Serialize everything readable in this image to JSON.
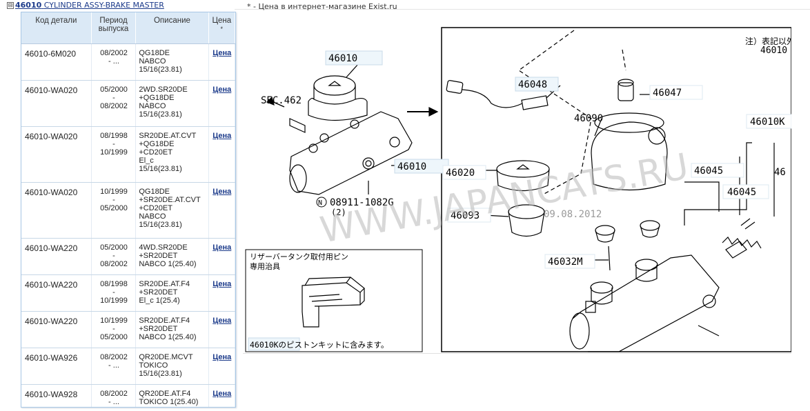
{
  "header": {
    "toggle_symbol": "⊟",
    "code": "46010",
    "name": "CYLINDER ASSY-BRAKE MASTER",
    "price_note": "* - Цена в интернет-магазине Exist.ru"
  },
  "table": {
    "columns": {
      "code": "Код детали",
      "period": "Период выпуска",
      "desc": "Описание",
      "price": "Цена",
      "price_mark": "*"
    },
    "rows": [
      {
        "code": "46010-6M020",
        "period": [
          "08/2002",
          "- ..."
        ],
        "desc": [
          "QG18DE",
          "NABCO",
          "15/16(23.81)"
        ],
        "price": "Цена"
      },
      {
        "code": "46010-WA020",
        "period": [
          "05/2000",
          "-",
          "08/2002"
        ],
        "desc": [
          "2WD.SR20DE",
          "+QG18DE",
          "NABCO",
          "15/16(23.81)"
        ],
        "price": "Цена"
      },
      {
        "code": "46010-WA020",
        "period": [
          "08/1998",
          "-",
          "10/1999"
        ],
        "desc": [
          "SR20DE.AT.CVT",
          "+QG18DE",
          "+CD20ET",
          "El_c",
          "15/16(23.81)"
        ],
        "price": "Цена"
      },
      {
        "code": "46010-WA020",
        "period": [
          "10/1999",
          "-",
          "05/2000"
        ],
        "desc": [
          "QG18DE",
          "+SR20DE.AT.CVT",
          "+CD20ET",
          "NABCO",
          "15/16(23.81)"
        ],
        "price": "Цена"
      },
      {
        "code": "46010-WA220",
        "period": [
          "05/2000",
          "-",
          "08/2002"
        ],
        "desc": [
          "4WD.SR20DE",
          "+SR20DET",
          "NABCO 1(25.40)"
        ],
        "price": "Цена"
      },
      {
        "code": "46010-WA220",
        "period": [
          "08/1998",
          "-",
          "10/1999"
        ],
        "desc": [
          "SR20DE.AT.F4",
          "+SR20DET",
          "El_c 1(25.4)"
        ],
        "price": "Цена"
      },
      {
        "code": "46010-WA220",
        "period": [
          "10/1999",
          "-",
          "05/2000"
        ],
        "desc": [
          "SR20DE.AT.F4",
          "+SR20DET",
          "NABCO 1(25.40)"
        ],
        "price": "Цена"
      },
      {
        "code": "46010-WA926",
        "period": [
          "08/2002",
          "- ..."
        ],
        "desc": [
          "QR20DE.MCVT",
          "TOKICO",
          "15/16(23.81)"
        ],
        "price": "Цена"
      },
      {
        "code": "46010-WA928",
        "period": [
          "08/2002",
          "- ..."
        ],
        "desc": [
          "QR20DE.AT.F4",
          "TOKICO 1(25.40)"
        ],
        "price": "Цена"
      }
    ]
  },
  "diagram": {
    "labels": {
      "l46010": "46010",
      "sec": "SEC.462",
      "l46010b": "46010",
      "n_part": "08911-1082G",
      "n_qty": "(2)",
      "l46048": "46048",
      "l46047": "46047",
      "l46090": "46090",
      "l46020": "46020",
      "l46093": "46093",
      "l46032m": "46032M",
      "l46010k": "46010K",
      "l46045a": "46045",
      "l46045b": "46045",
      "l46_partial": "46",
      "l46010top": "46010",
      "note_top": "注）表記以外",
      "inset_title1": "リザーバータンク取付用ピン",
      "inset_title2": "専用治具",
      "inset_note": "46010Kのピストンキットに含みます。",
      "date_stamp": "09.08.2012",
      "watermark": "WWW.JAPANCATS.RU"
    }
  }
}
